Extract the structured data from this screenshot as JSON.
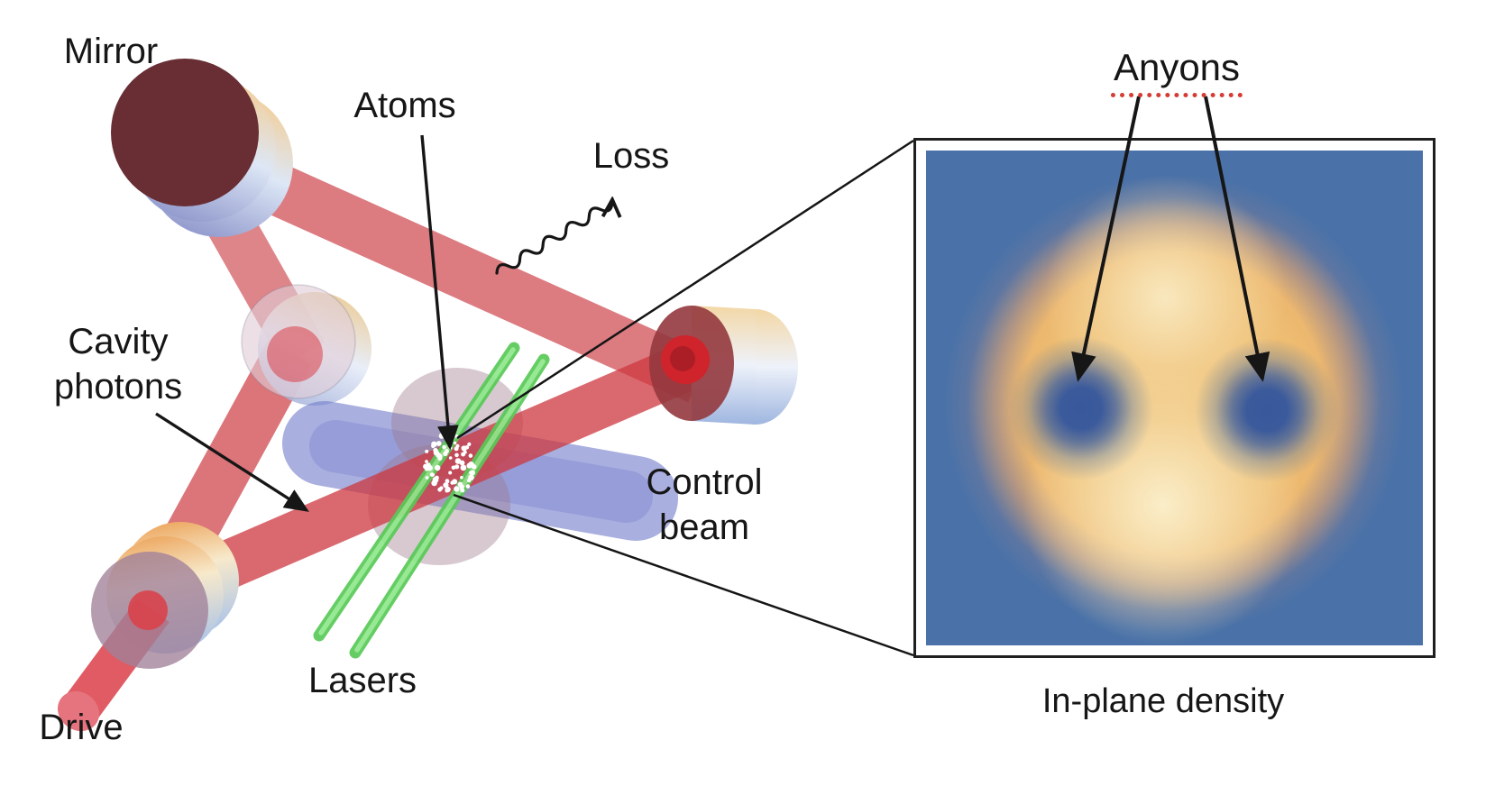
{
  "scene": {
    "labels": {
      "mirror": "Mirror",
      "atoms": "Atoms",
      "loss": "Loss",
      "cavity_photons": [
        "Cavity",
        "photons"
      ],
      "control_beam": [
        "Control",
        "beam"
      ],
      "lasers": "Lasers",
      "drive": "Drive"
    },
    "colors": {
      "cavity_beam_red": "#ce3a42",
      "drive_beam_red": "#dd4d56",
      "control_beam_blue": "#747ecb",
      "laser_green": "#59c957",
      "mirror_face_dark_red": "#682e34",
      "mirror_rim_gold": "#f2cf9b",
      "mirror_rim_blue": "#9fb6e0",
      "atom_cloud_mauve": "#9e788b",
      "atom_dots": "#ffffff",
      "annotation_black": "#161616"
    }
  },
  "inset": {
    "title": "Anyons",
    "title_underline_color": "#d43c35",
    "caption": "In-plane density",
    "heatmap": {
      "type": "heatmap",
      "description": "In-plane atomic density: circular high-density cloud with two localized density dips marked as anyons",
      "background_color": "#4a72a8",
      "cloud_color": "#eebd72",
      "cloud_highlight_color": "#f9ecc4",
      "dip_color": "#39589b",
      "dips_relative_xy": [
        [
          0.312,
          0.521
        ],
        [
          0.686,
          0.525
        ]
      ]
    }
  }
}
